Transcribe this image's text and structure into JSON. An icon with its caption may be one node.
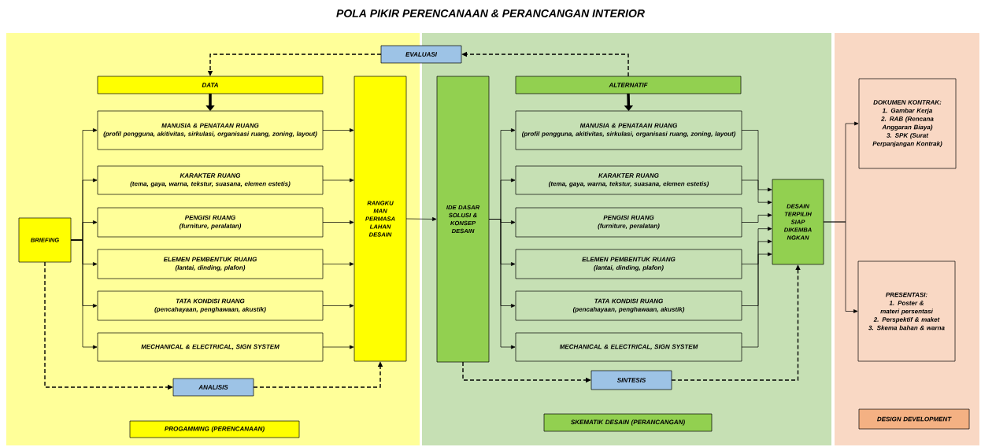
{
  "diagram": {
    "title": "POLA PIKIR PERENCANAAN & PERANCANGAN INTERIOR",
    "nodes": [
      {
        "text": [],
        "shape": "band"
      },
      {
        "text": [],
        "shape": "band"
      },
      {
        "text": [],
        "shape": "band"
      },
      {
        "text": [
          "BRIEFING"
        ],
        "in": 0
      },
      {
        "text": [
          "DATA"
        ],
        "in": 0
      },
      {
        "text": [
          "MANUSIA & PENATAAN RUANG",
          "(profil pengguna, akitivitas, sirkulasi, organisasi ruang, zoning, layout)"
        ],
        "in": 0
      },
      {
        "text": [
          "KARAKTER RUANG",
          "(tema, gaya, warna, tekstur, suasana, elemen estetis)"
        ],
        "in": 0
      },
      {
        "text": [
          "PENGISI RUANG",
          "(furniture, peralatan)"
        ],
        "in": 0
      },
      {
        "text": [
          "ELEMEN PEMBENTUK RUANG",
          "(lantai, dinding, plafon)"
        ],
        "in": 0
      },
      {
        "text": [
          "TATA KONDISI RUANG",
          "(pencahayaan, penghawaan, akustik)"
        ],
        "in": 0
      },
      {
        "text": [
          "MECHANICAL & ELECTRICAL, SIGN SYSTEM"
        ],
        "in": 0
      },
      {
        "text": [
          "RANGKU MAN PERMASA LAHAN DESAIN"
        ],
        "in": 0
      },
      {
        "text": [
          "ANALISIS"
        ],
        "in": 0
      },
      {
        "text": [
          "PROGAMMING (PERENCANAAN)"
        ],
        "in": 0
      },
      {
        "text": [
          "EVALUASI"
        ]
      },
      {
        "text": [
          "IDE DASAR SOLUSI & KONSEP DESAIN"
        ],
        "in": 1
      },
      {
        "text": [
          "ALTERNATIF"
        ],
        "in": 1
      },
      {
        "text": [
          "MANUSIA & PENATAAN RUANG",
          "(profil pengguna, akitivitas, sirkulasi, organisasi ruang, zoning, layout)"
        ],
        "in": 1
      },
      {
        "text": [
          "KARAKTER RUANG",
          "(tema, gaya, warna, tekstur, suasana, elemen estetis)"
        ],
        "in": 1
      },
      {
        "text": [
          "PENGISI RUANG",
          "(furniture, peralatan)"
        ],
        "in": 1
      },
      {
        "text": [
          "ELEMEN PEMBENTUK RUANG",
          "(lantai, dinding, plafon)"
        ],
        "in": 1
      },
      {
        "text": [
          "TATA KONDISI RUANG",
          "(pencahayaan, penghawaan, akustik)"
        ],
        "in": 1
      },
      {
        "text": [
          "MECHANICAL & ELECTRICAL, SIGN SYSTEM"
        ],
        "in": 1
      },
      {
        "text": [
          "DESAIN TERPILIH SIAP DIKEMBA NGKAN"
        ],
        "in": 1
      },
      {
        "text": [
          "SINTESIS"
        ],
        "in": 1
      },
      {
        "text": [
          "SKEMATIK DESAIN (PERANCANGAN)"
        ],
        "in": 1
      },
      {
        "text": [
          "DOKUMEN KONTRAK:",
          "1. Gambar Kerja",
          "2. RAB (Rencana Anggaran Biaya)",
          "3. SPK (Surat Perpanjangan Kontrak)"
        ],
        "in": 2
      },
      {
        "text": [
          "PRESENTASI:",
          "1. Poster & materi persentasi",
          "2. Perspektif & maket",
          "3. Skema bahan & warna"
        ],
        "in": 2
      },
      {
        "text": [
          "DESIGN DEVELOPMENT"
        ],
        "in": 2
      }
    ],
    "edges": [
      {
        "from": 3,
        "to": 5,
        "arrow": "to"
      },
      {
        "from": 3,
        "to": 6,
        "arrow": "to"
      },
      {
        "from": 3,
        "to": 7,
        "arrow": "to"
      },
      {
        "from": 3,
        "to": 8,
        "arrow": "to"
      },
      {
        "from": 3,
        "to": 9,
        "arrow": "to"
      },
      {
        "from": 3,
        "to": 10,
        "arrow": "to"
      },
      {
        "from": 5,
        "to": 11,
        "arrow": "to"
      },
      {
        "from": 6,
        "to": 11,
        "arrow": "to"
      },
      {
        "from": 7,
        "to": 11,
        "arrow": "to"
      },
      {
        "from": 8,
        "to": 11,
        "arrow": "to"
      },
      {
        "from": 9,
        "to": 11,
        "arrow": "to"
      },
      {
        "from": 10,
        "to": 11,
        "arrow": "to"
      },
      {
        "from": 4,
        "to": 5,
        "arrow": "to",
        "style": "thick"
      },
      {
        "from": 3,
        "to": 12,
        "arrow": "to",
        "style": "dashed"
      },
      {
        "from": 12,
        "to": 11,
        "arrow": "to",
        "style": "dashed"
      },
      {
        "from": 14,
        "to": 4,
        "arrow": "to",
        "style": "dashed"
      },
      {
        "from": 16,
        "to": 14,
        "arrow": "to",
        "style": "dashed"
      },
      {
        "from": 11,
        "to": 15,
        "arrow": "to"
      },
      {
        "from": 15,
        "to": 17,
        "arrow": "to"
      },
      {
        "from": 15,
        "to": 18,
        "arrow": "to"
      },
      {
        "from": 15,
        "to": 19,
        "arrow": "to"
      },
      {
        "from": 15,
        "to": 20,
        "arrow": "to"
      },
      {
        "from": 15,
        "to": 21,
        "arrow": "to"
      },
      {
        "from": 15,
        "to": 22,
        "arrow": "to"
      },
      {
        "from": 17,
        "to": 23,
        "arrow": "to"
      },
      {
        "from": 18,
        "to": 23,
        "arrow": "to"
      },
      {
        "from": 19,
        "to": 23,
        "arrow": "to"
      },
      {
        "from": 20,
        "to": 23,
        "arrow": "to"
      },
      {
        "from": 21,
        "to": 23,
        "arrow": "to"
      },
      {
        "from": 22,
        "to": 23,
        "arrow": "to"
      },
      {
        "from": 16,
        "to": 17,
        "arrow": "to",
        "style": "thick"
      },
      {
        "from": 15,
        "to": 24,
        "arrow": "to",
        "style": "dashed"
      },
      {
        "from": 24,
        "to": 23,
        "arrow": "to",
        "style": "dashed"
      },
      {
        "from": 23,
        "to": 26,
        "arrow": "to"
      },
      {
        "from": 23,
        "to": 27,
        "arrow": "to"
      }
    ]
  }
}
